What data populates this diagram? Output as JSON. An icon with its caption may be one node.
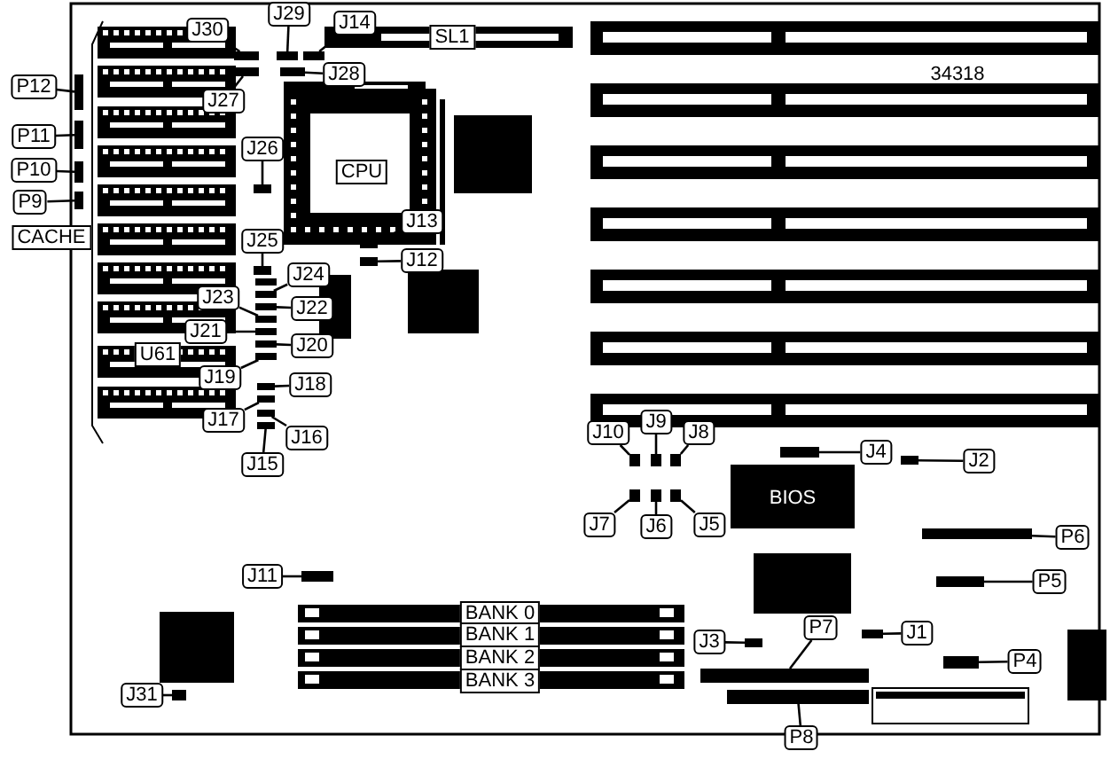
{
  "diagram": {
    "nodes": [
      {
        "text": [
          "J30"
        ]
      },
      {
        "text": [
          "J29"
        ]
      },
      {
        "text": [
          "J14"
        ]
      },
      {
        "text": [
          "P12"
        ]
      },
      {
        "text": [
          "J28"
        ]
      },
      {
        "text": [
          "J27"
        ]
      },
      {
        "text": [
          "P11"
        ]
      },
      {
        "text": [
          "J26"
        ]
      },
      {
        "text": [
          "P10"
        ]
      },
      {
        "text": [
          "P9"
        ]
      },
      {
        "text": [
          "J25"
        ]
      },
      {
        "text": [
          "J13"
        ]
      },
      {
        "text": [
          "J12"
        ]
      },
      {
        "text": [
          "J24"
        ]
      },
      {
        "text": [
          "J22"
        ]
      },
      {
        "text": [
          "J23"
        ]
      },
      {
        "text": [
          "J21"
        ]
      },
      {
        "text": [
          "J20"
        ]
      },
      {
        "text": [
          "J19"
        ]
      },
      {
        "text": [
          "J18"
        ]
      },
      {
        "text": [
          "J17"
        ]
      },
      {
        "text": [
          "J16"
        ]
      },
      {
        "text": [
          "J15"
        ]
      },
      {
        "text": [
          "J10"
        ]
      },
      {
        "text": [
          "J9"
        ]
      },
      {
        "text": [
          "J8"
        ]
      },
      {
        "text": [
          "J4"
        ]
      },
      {
        "text": [
          "J2"
        ]
      },
      {
        "text": [
          "J7"
        ]
      },
      {
        "text": [
          "J6"
        ]
      },
      {
        "text": [
          "J5"
        ]
      },
      {
        "text": [
          "P6"
        ]
      },
      {
        "text": [
          "J11"
        ]
      },
      {
        "text": [
          "P5"
        ]
      },
      {
        "text": [
          "J3"
        ]
      },
      {
        "text": [
          "P7"
        ]
      },
      {
        "text": [
          "J1"
        ]
      },
      {
        "text": [
          "P4"
        ]
      },
      {
        "text": [
          "J31"
        ]
      },
      {
        "text": [
          "P8"
        ]
      },
      {
        "text": [
          "SL1"
        ]
      },
      {
        "text": [
          "CPU"
        ]
      },
      {
        "text": [
          "CACHE"
        ]
      },
      {
        "text": [
          "U61"
        ]
      },
      {
        "text": [
          "BANK 0"
        ]
      },
      {
        "text": [
          "BANK 1"
        ]
      },
      {
        "text": [
          "BANK 2"
        ]
      },
      {
        "text": [
          "BANK 3"
        ]
      },
      {
        "text": [],
        "shape": "box"
      },
      {
        "text": [],
        "shape": "box"
      },
      {
        "text": [],
        "shape": "box"
      },
      {
        "text": [],
        "shape": "box"
      },
      {
        "text": [],
        "shape": "box"
      },
      {
        "text": [],
        "shape": "box"
      },
      {
        "text": [],
        "shape": "box"
      },
      {
        "text": [],
        "shape": "box"
      },
      {
        "text": [],
        "shape": "box"
      },
      {
        "text": [],
        "shape": "box"
      },
      {
        "text": [],
        "shape": "box"
      },
      {
        "text": [],
        "shape": "box"
      },
      {
        "text": [],
        "shape": "box"
      },
      {
        "text": [],
        "shape": "box"
      },
      {
        "text": [],
        "shape": "box"
      },
      {
        "text": [],
        "shape": "box"
      },
      {
        "text": [],
        "shape": "box"
      },
      {
        "text": [],
        "shape": "box"
      },
      {
        "text": [],
        "shape": "box"
      },
      {
        "text": [],
        "shape": "box"
      },
      {
        "text": [],
        "shape": "box"
      },
      {
        "text": [],
        "shape": "box"
      },
      {
        "text": [],
        "shape": "box"
      },
      {
        "text": [],
        "shape": "box"
      },
      {
        "text": [],
        "shape": "box"
      },
      {
        "text": [],
        "shape": "box"
      },
      {
        "text": [],
        "shape": "box"
      },
      {
        "text": [],
        "shape": "box"
      },
      {
        "text": [],
        "shape": "box"
      },
      {
        "text": [],
        "shape": "box"
      },
      {
        "text": [],
        "shape": "box"
      },
      {
        "text": [],
        "shape": "box"
      },
      {
        "text": [],
        "shape": "box"
      },
      {
        "text": [],
        "shape": "box"
      },
      {
        "text": [],
        "shape": "box"
      },
      {
        "text": [],
        "shape": "box"
      },
      {
        "text": [],
        "shape": "box"
      },
      {
        "text": [],
        "shape": "box"
      },
      {
        "text": [],
        "shape": "box"
      },
      {
        "text": [],
        "shape": "box"
      }
    ],
    "edges": [
      {
        "from": 0,
        "to": 48,
        "arrow": "none"
      },
      {
        "from": 1,
        "to": 49,
        "arrow": "none"
      },
      {
        "from": 2,
        "to": 50,
        "arrow": "none"
      },
      {
        "from": 3,
        "to": 51,
        "arrow": "none"
      },
      {
        "from": 4,
        "to": 52,
        "arrow": "none"
      },
      {
        "from": 5,
        "to": 53,
        "arrow": "none"
      },
      {
        "from": 6,
        "to": 54,
        "arrow": "none"
      },
      {
        "from": 7,
        "to": 55,
        "arrow": "none"
      },
      {
        "from": 8,
        "to": 56,
        "arrow": "none"
      },
      {
        "from": 9,
        "to": 57,
        "arrow": "none"
      },
      {
        "from": 10,
        "to": 58,
        "arrow": "none"
      },
      {
        "from": 11,
        "to": 59,
        "arrow": "none"
      },
      {
        "from": 12,
        "to": 60,
        "arrow": "none"
      },
      {
        "from": 13,
        "to": 61,
        "arrow": "none"
      },
      {
        "from": 14,
        "to": 62,
        "arrow": "none"
      },
      {
        "from": 15,
        "to": 63,
        "arrow": "none"
      },
      {
        "from": 16,
        "to": 64,
        "arrow": "none"
      },
      {
        "from": 17,
        "to": 65,
        "arrow": "none"
      },
      {
        "from": 18,
        "to": 66,
        "arrow": "none"
      },
      {
        "from": 19,
        "to": 67,
        "arrow": "none"
      },
      {
        "from": 20,
        "to": 68,
        "arrow": "none"
      },
      {
        "from": 21,
        "to": 69,
        "arrow": "none"
      },
      {
        "from": 22,
        "to": 70,
        "arrow": "none"
      },
      {
        "from": 23,
        "to": 71,
        "arrow": "none"
      },
      {
        "from": 24,
        "to": 72,
        "arrow": "none"
      },
      {
        "from": 25,
        "to": 73,
        "arrow": "none"
      },
      {
        "from": 26,
        "to": 74,
        "arrow": "none"
      },
      {
        "from": 27,
        "to": 75,
        "arrow": "none"
      },
      {
        "from": 28,
        "to": 76,
        "arrow": "none"
      },
      {
        "from": 29,
        "to": 77,
        "arrow": "none"
      },
      {
        "from": 30,
        "to": 78,
        "arrow": "none"
      },
      {
        "from": 31,
        "to": 79,
        "arrow": "none"
      },
      {
        "from": 32,
        "to": 80,
        "arrow": "none"
      },
      {
        "from": 33,
        "to": 81,
        "arrow": "none"
      },
      {
        "from": 34,
        "to": 82,
        "arrow": "none"
      },
      {
        "from": 35,
        "to": 83,
        "arrow": "none"
      },
      {
        "from": 36,
        "to": 84,
        "arrow": "none"
      },
      {
        "from": 37,
        "to": 85,
        "arrow": "none"
      },
      {
        "from": 38,
        "to": 86,
        "arrow": "none"
      },
      {
        "from": 39,
        "to": 87,
        "arrow": "none"
      }
    ],
    "labels": [
      "34318",
      "BIOS"
    ]
  }
}
